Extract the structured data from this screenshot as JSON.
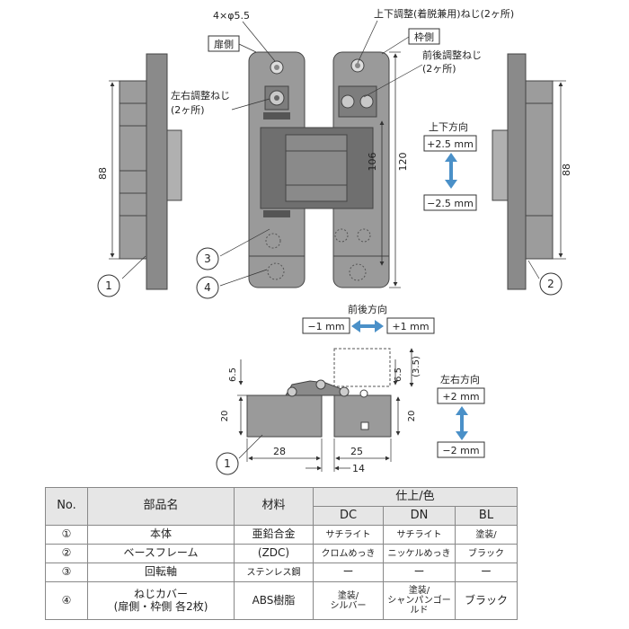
{
  "front_view": {
    "hole_spec": "4×φ5.5",
    "door_side_label": "扉側",
    "frame_side_label": "枠側",
    "lr_screw_label_1": "左右調整ねじ",
    "lr_screw_label_2": "(2ヶ所)",
    "ud_screw_label": "上下調整(着脱兼用)ねじ(2ヶ所)",
    "fb_screw_label_1": "前後調整ねじ",
    "fb_screw_label_2": "(2ヶ所)",
    "updown_direction": "上下方向",
    "updown_plus": "+2.5 mm",
    "updown_minus": "−2.5 mm",
    "dim_88_left": "88",
    "dim_88_right": "88",
    "dim_106": "106",
    "dim_120": "120",
    "callout_1": "1",
    "callout_2": "2",
    "callout_3": "3",
    "callout_4": "4",
    "frontback_direction": "前後方向",
    "frontback_minus": "−1 mm",
    "frontback_plus": "+1 mm"
  },
  "top_view": {
    "dim_6_5_left": "6.5",
    "dim_20_left": "20",
    "dim_6_5_right": "6.5",
    "dim_3_5": "(3.5)",
    "dim_20_right": "20",
    "dim_28": "28",
    "dim_25": "25",
    "dim_14": "14",
    "callout_1": "1",
    "leftright_direction": "左右方向",
    "leftright_plus": "+2 mm",
    "leftright_minus": "−2 mm"
  },
  "colors": {
    "arrow_blue": "#4a90c8",
    "part_gray": "#9a9a9a",
    "part_dark": "#6f6f6f"
  },
  "table": {
    "headers": {
      "no": "No.",
      "part_name": "部品名",
      "material": "材料",
      "finish_color": "仕上/色"
    },
    "finish_codes": [
      "DC",
      "DN",
      "BL"
    ],
    "rows": [
      {
        "no": "①",
        "name": "本体",
        "material": "亜鉛合金",
        "dc": "サチライト",
        "dn": "サチライト",
        "bl": "塗装/"
      },
      {
        "no": "②",
        "name": "ベースフレーム",
        "material": "(ZDC)",
        "dc": "クロムめっき",
        "dn": "ニッケルめっき",
        "bl": "ブラック"
      },
      {
        "no": "③",
        "name": "回転軸",
        "material": "ステンレス鋼",
        "dc": "ー",
        "dn": "ー",
        "bl": "ー"
      },
      {
        "no": "④",
        "name_1": "ねじカバー",
        "name_2": "(扉側・枠側 各2枚)",
        "material": "ABS樹脂",
        "dc_1": "塗装/",
        "dc_2": "シルバー",
        "dn_1": "塗装/",
        "dn_2": "シャンパンゴールド",
        "bl": "ブラック"
      }
    ]
  }
}
